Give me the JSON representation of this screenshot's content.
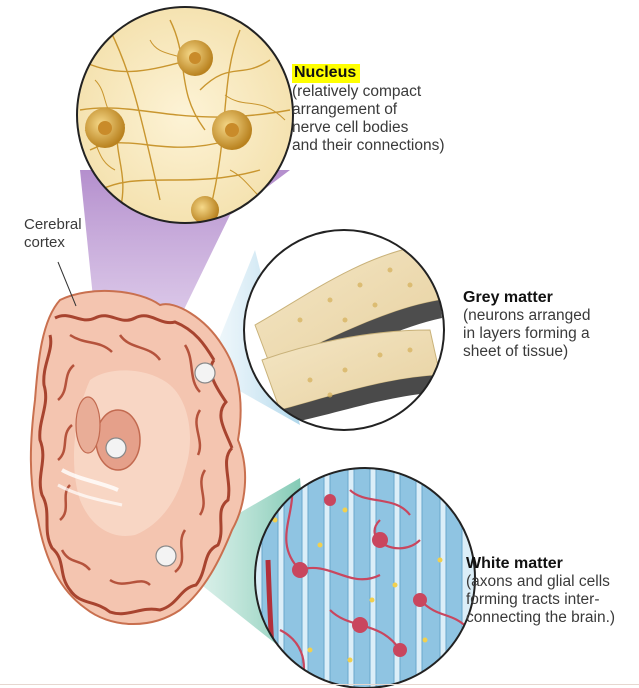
{
  "labels": {
    "cerebral_cortex": "Cerebral\ncortex",
    "nucleus": {
      "title": "Nucleus",
      "description": "(relatively compact\narrangement of\nnerve cell bodies\nand their connections)"
    },
    "grey_matter": {
      "title": "Grey matter",
      "description": "(neurons arranged\nin layers forming a\nsheet of tissue)"
    },
    "white_matter": {
      "title": "White matter",
      "description": "(axons and glial cells\nforming tracts inter-\nconnecting the brain.)"
    }
  },
  "colors": {
    "highlight": "#ffff00",
    "brain_tissue": "#f2c2ad",
    "cortex_fold": "#b5533c",
    "nucleus_beam": "#b98ad0",
    "grey_beam": "#bcdcec",
    "white_beam": "#7cc7b3",
    "neuron_gold": "#d9a53a",
    "axon_blue": "#8fc4e2",
    "glia_red": "#c9465e"
  },
  "icons": {
    "nucleus_view": "neuron-cluster-icon",
    "grey_matter_view": "tissue-sheet-icon",
    "white_matter_view": "axon-bundle-icon"
  }
}
